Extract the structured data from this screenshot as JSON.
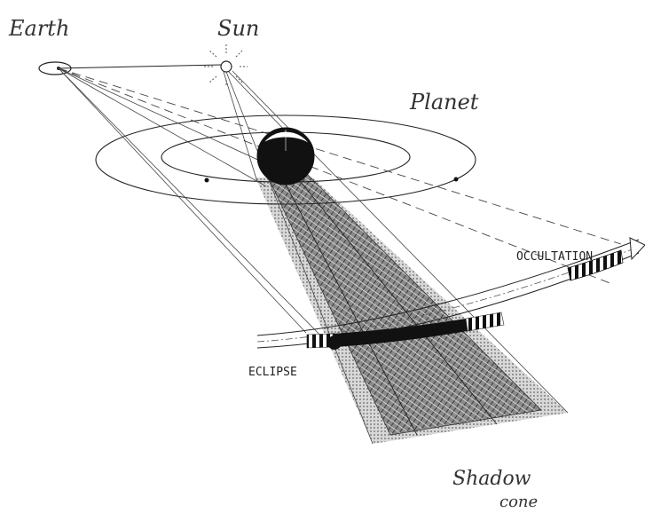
{
  "labels": {
    "earth": "Earth",
    "sun": "Sun",
    "planet": "Planet",
    "occultation": "OCCULTATION",
    "eclipse": "ECLIPSE",
    "shadow_line1": "Shadow",
    "shadow_line2": "cone"
  },
  "colors": {
    "ink": "#222222",
    "paper": "#ffffff",
    "shadow_dark": "#555555",
    "shadow_light": "#bbbbbb"
  }
}
